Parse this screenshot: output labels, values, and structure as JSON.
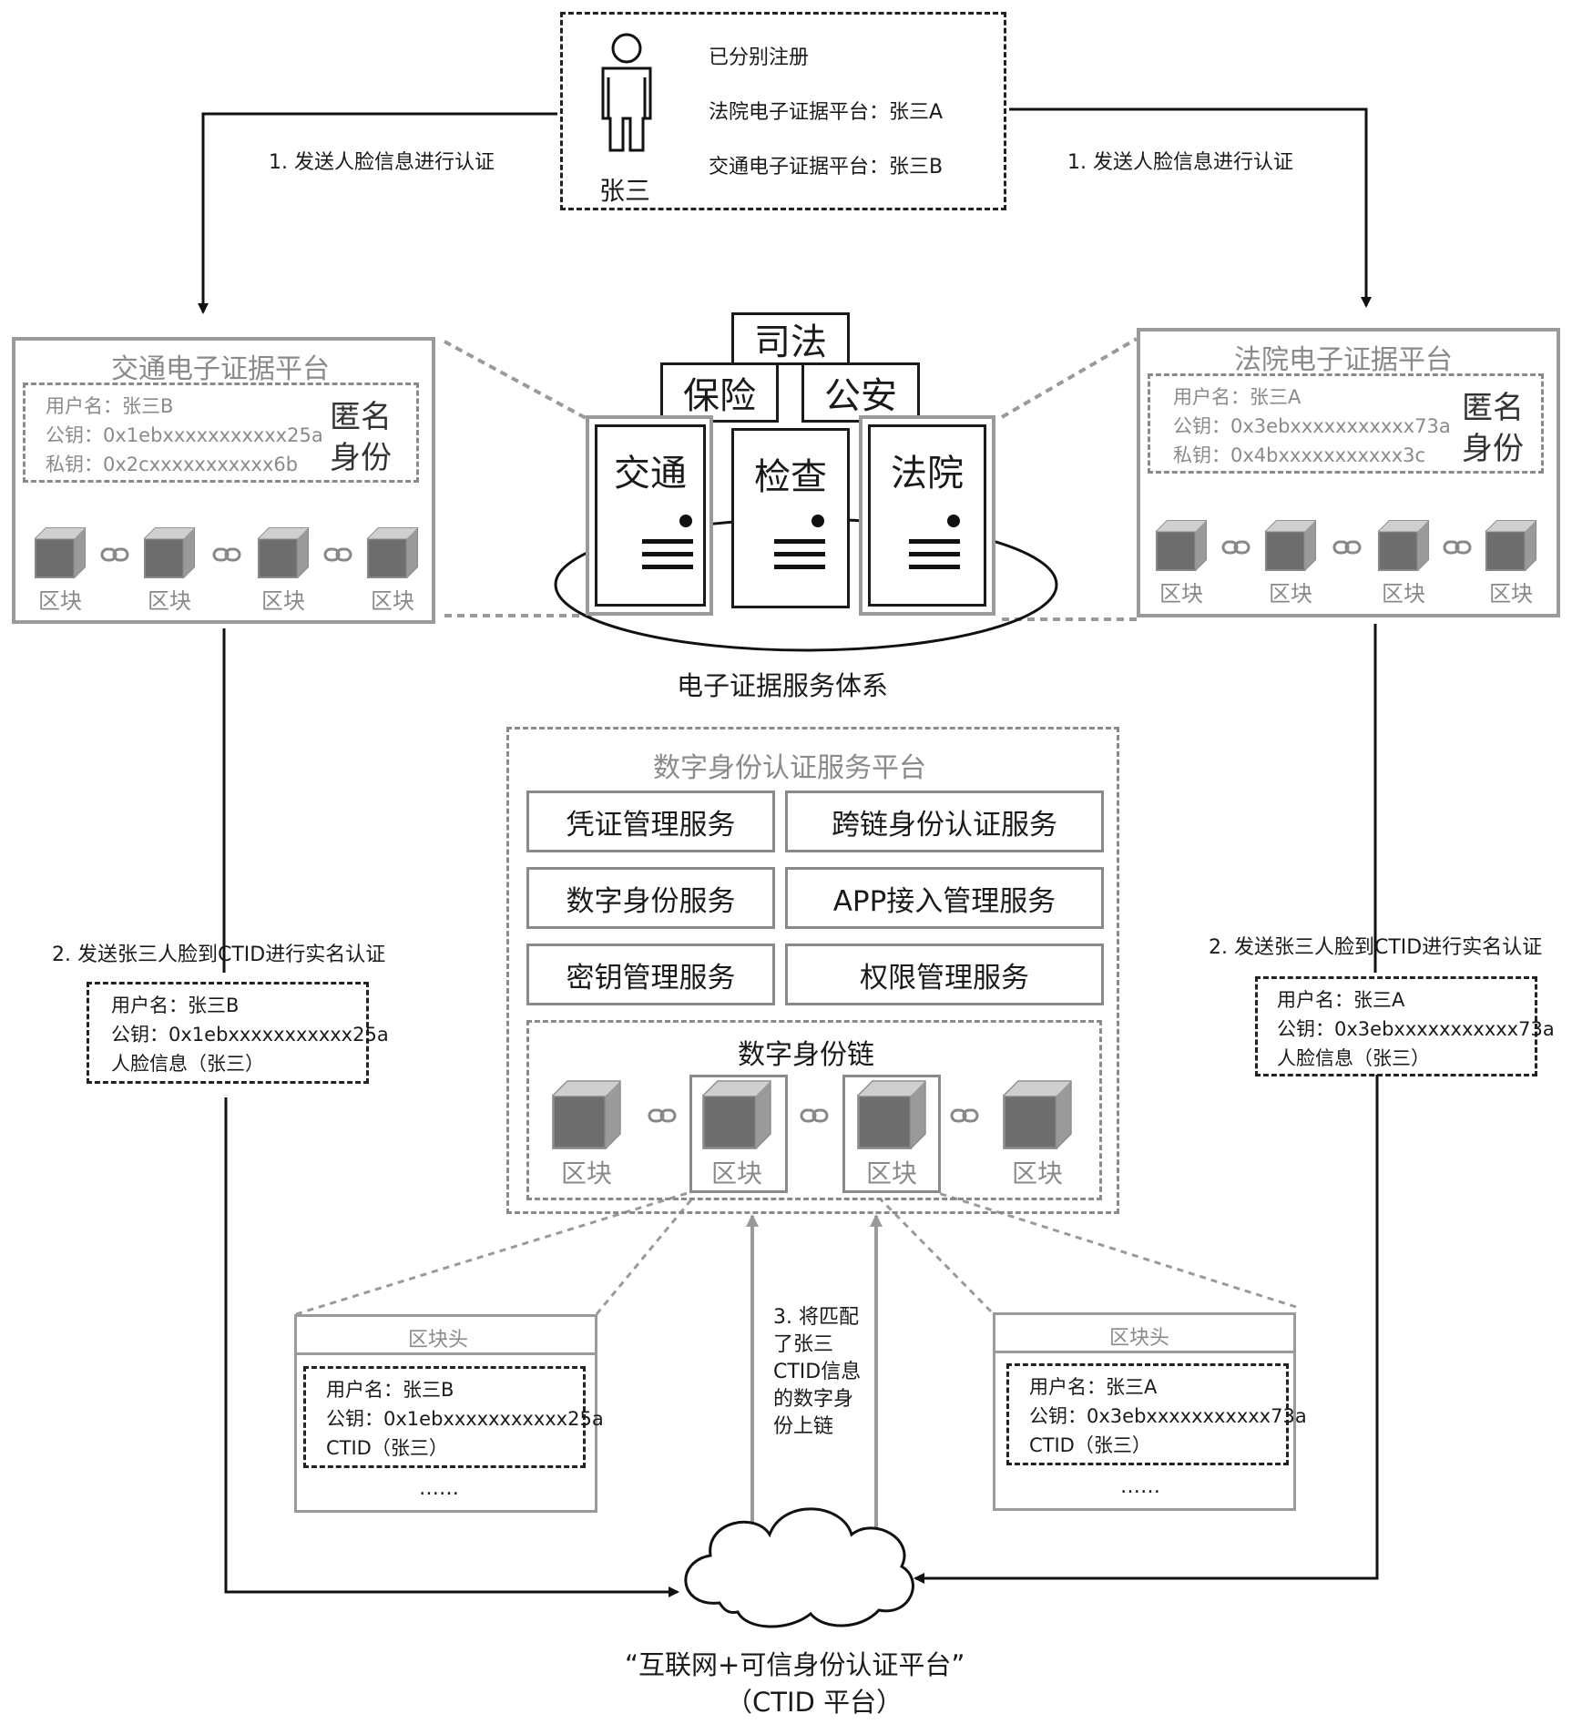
{
  "user": {
    "name": "张三",
    "registered_title": "已分别注册",
    "court_reg": "法院电子证据平台：张三A",
    "traffic_reg": "交通电子证据平台：张三B"
  },
  "steps": {
    "step1_left": "1. 发送人脸信息进行认证",
    "step1_right": "1. 发送人脸信息进行认证",
    "step2_left": "2. 发送张三人脸到CTID进行实名认证",
    "step2_right": "2. 发送张三人脸到CTID进行实名认证",
    "step3_lines": [
      "3. 将匹配",
      "了张三",
      "CTID信息",
      "的数字身",
      "份上链"
    ]
  },
  "traffic_platform": {
    "title": "交通电子证据平台",
    "username": "用户名：张三B",
    "pubkey": "公钥：0x1ebxxxxxxxxxxx25a",
    "privkey": "私钥：0x2cxxxxxxxxxxx6b",
    "anon_line1": "匿名",
    "anon_line2": "身份",
    "block_label": "区块"
  },
  "court_platform": {
    "title": "法院电子证据平台",
    "username": "用户名：张三A",
    "pubkey": "公钥：0x3ebxxxxxxxxxxx73a",
    "privkey": "私钥：0x4bxxxxxxxxxxx3c",
    "anon_line1": "匿名",
    "anon_line2": "身份",
    "block_label": "区块"
  },
  "evidence_system": {
    "label": "电子证据服务体系",
    "boxes": [
      "司法",
      "保险",
      "公安",
      "交通",
      "检查",
      "法院"
    ]
  },
  "did_platform": {
    "title": "数字身份认证服务平台",
    "services": [
      "凭证管理服务",
      "跨链身份认证服务",
      "数字身份服务",
      "APP接入管理服务",
      "密钥管理服务",
      "权限管理服务"
    ],
    "chain_title": "数字身份链",
    "block_label": "区块"
  },
  "left_ctid_msg": {
    "username": "用户名：张三B",
    "pubkey": "公钥：0x1ebxxxxxxxxxxx25a",
    "face": "人脸信息（张三）"
  },
  "right_ctid_msg": {
    "username": "用户名：张三A",
    "pubkey": "公钥：0x3ebxxxxxxxxxxx73a",
    "face": "人脸信息（张三）"
  },
  "left_header": {
    "title": "区块头",
    "username": "用户名：张三B",
    "pubkey": "公钥：0x1ebxxxxxxxxxxx25a",
    "ctid": "CTID（张三）",
    "ellipsis": "……"
  },
  "right_header": {
    "title": "区块头",
    "username": "用户名：张三A",
    "pubkey": "公钥：0x3ebxxxxxxxxxxx73a",
    "ctid": "CTID（张三）",
    "ellipsis": "……"
  },
  "ctid_platform": {
    "line1": "“互联网+可信身份认证平台”",
    "line2": "（CTID 平台）"
  }
}
